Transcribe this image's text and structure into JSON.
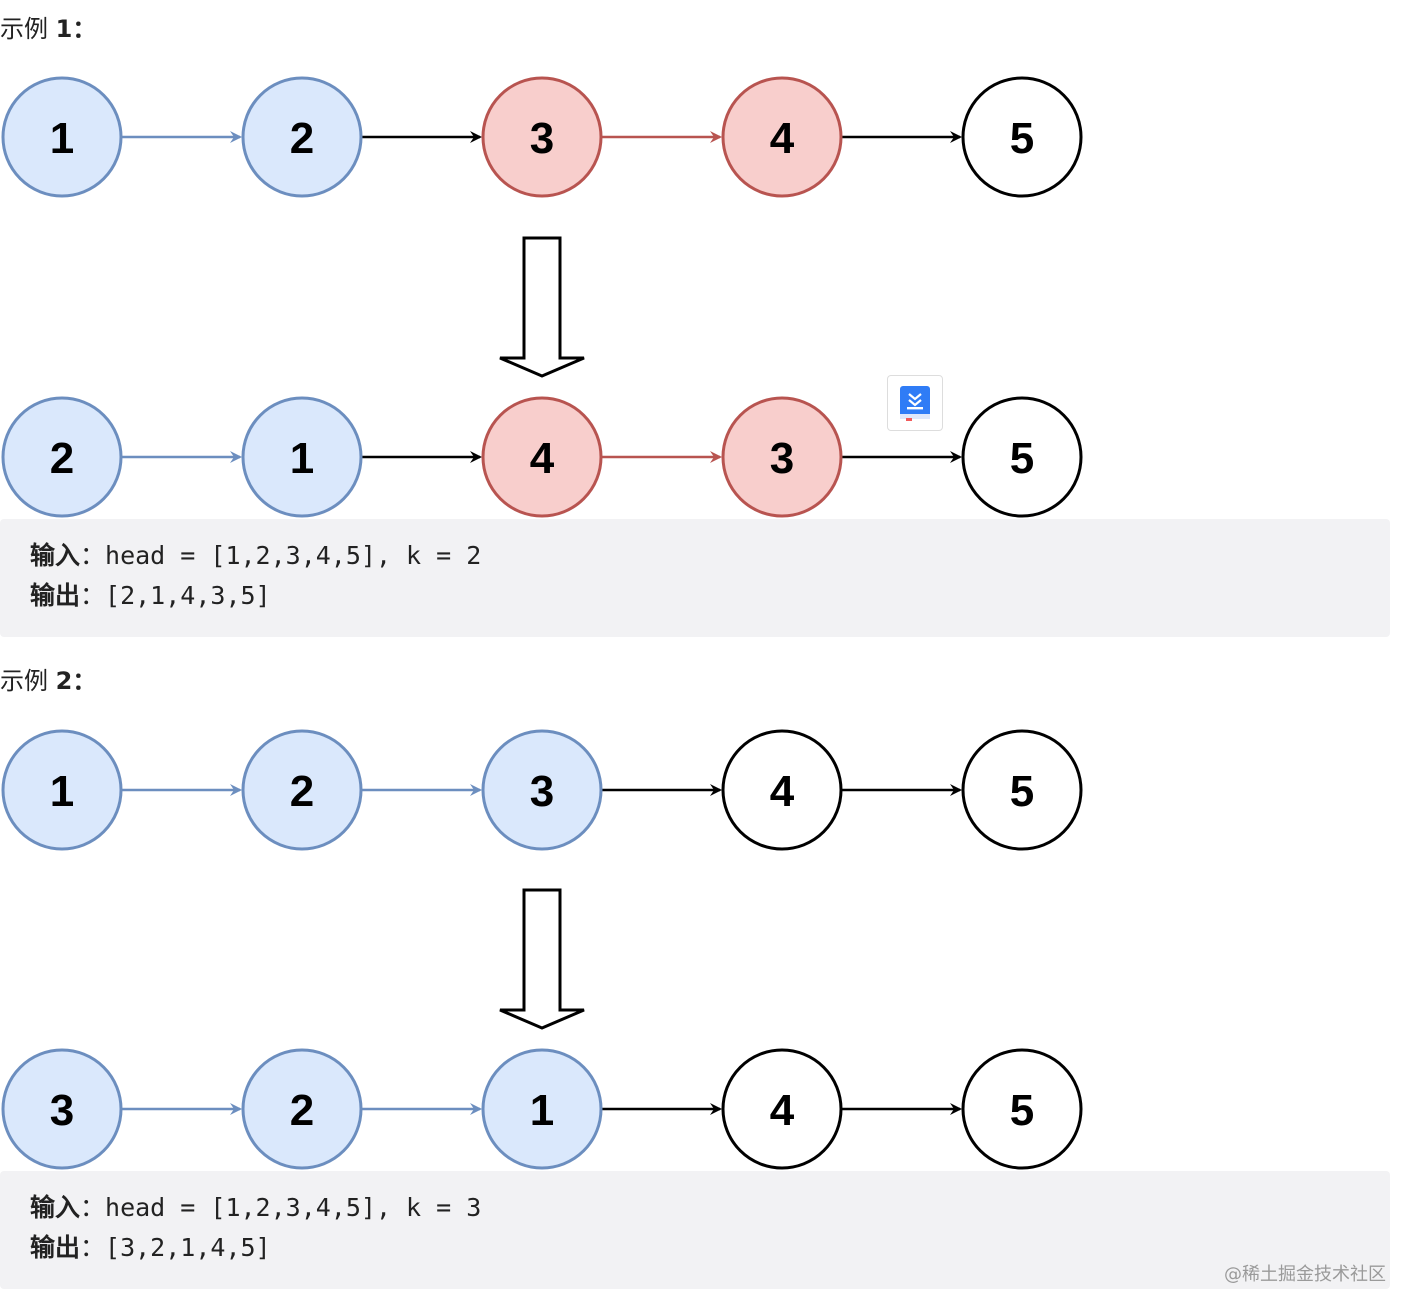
{
  "example1": {
    "heading_prefix": "示例 ",
    "heading_num": "1：",
    "before": [
      "1",
      "2",
      "3",
      "4",
      "5"
    ],
    "after": [
      "2",
      "1",
      "4",
      "3",
      "5"
    ],
    "input_label": "输入",
    "input_colon": "：",
    "input_value": "head = [1,2,3,4,5], k = 2",
    "output_label": "输出",
    "output_colon": "：",
    "output_value": "[2,1,4,3,5]"
  },
  "example2": {
    "heading_prefix": "示例 ",
    "heading_num": "2：",
    "before": [
      "1",
      "2",
      "3",
      "4",
      "5"
    ],
    "after": [
      "3",
      "2",
      "1",
      "4",
      "5"
    ],
    "input_label": "输入",
    "input_colon": "：",
    "input_value": "head = [1,2,3,4,5], k = 3",
    "output_label": "输出",
    "output_colon": "：",
    "output_value": "[3,2,1,4,5]"
  },
  "colors": {
    "blue_fill": "#dae8fc",
    "blue_stroke": "#6c8ebf",
    "red_fill": "#f8cecc",
    "red_stroke": "#b85450",
    "plain_fill": "#ffffff",
    "plain_stroke": "#000000"
  },
  "watermark": "@稀土掘金技术社区",
  "book_icon": "book-icon"
}
